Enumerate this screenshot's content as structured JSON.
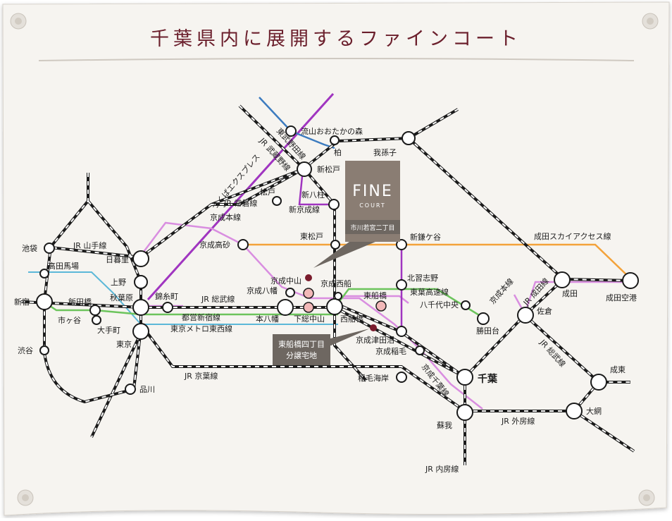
{
  "title": "千葉県内に展開するファインコート",
  "colors": {
    "paper": "#f6f4f0",
    "title": "#6b1f2c",
    "rail": "#1a1a1a",
    "purple": "#a035c0",
    "pink": "#d98ee0",
    "blue": "#3c7bbf",
    "cyan": "#5cb8d8",
    "green": "#6cc45c",
    "orange": "#f3a23a",
    "marker": "#7a1b2c",
    "stationPink": "#f2b8b8",
    "brandBox": "#8a7d73",
    "callout": "#6e6761"
  },
  "lines": {
    "tobu_noda": "東武野田線",
    "jr_musashino": "JR 武蔵野線",
    "tsukuba_ex": "つくばエクスプレス",
    "jr_joban": "JR 常磐線",
    "keisei_main": "京成本線",
    "shin_keisei": "新京成線",
    "jr_yamanote": "JR 山手線",
    "jr_sobu": "JR 総武線",
    "toei_shinjuku": "都営新宿線",
    "tokyo_metro_tozai": "東京メトロ東西線",
    "jr_keiyo": "JR 京葉線",
    "toyo_rapid": "東葉高速線",
    "narita_sky": "成田スカイアクセス線",
    "keisei_main_east": "京成本線",
    "jr_narita": "JR 成田線",
    "jr_sobu_east": "JR 総武線",
    "keisei_chiba": "京成千葉線",
    "jr_sotobo": "JR 外房線",
    "jr_uchibo": "JR 内房線"
  },
  "stations": {
    "nagareyama": "流山おおたかの森",
    "kashiwa": "柏",
    "abiko": "我孫子",
    "shinmatsudo": "新松戸",
    "matsudo": "松戸",
    "shinyahashira": "新八柱",
    "keisei_takasago": "京成高砂",
    "higashimatsudo": "東松戸",
    "shinkamagaya": "新鎌ケ谷",
    "ikebukuro": "池袋",
    "takadanobaba": "高田馬場",
    "nippori": "日暮里",
    "ueno": "上野",
    "shinjuku": "新宿",
    "iidabashi": "飯田橋",
    "akihabara": "秋葉原",
    "kinshicho": "錦糸町",
    "ichigaya": "市ヶ谷",
    "otemachi": "大手町",
    "tokyo": "東京",
    "shibuya": "渋谷",
    "shinagawa": "品川",
    "keisei_nakayama": "京成中山",
    "keisei_yawata": "京成八幡",
    "keisei_nishifunabashi": "京成西船",
    "motoyawata": "本八幡",
    "shimousa_nakayama": "下総中山",
    "nishifunabashi": "西船橋",
    "higashifunabashi": "東船橋",
    "kitanarashino": "北習志野",
    "yachiyo_chuo": "八千代中央",
    "katsutadai": "勝田台",
    "keisei_tsudanuma": "京成津田沼",
    "keisei_inage": "京成稲毛",
    "inage_kaigan": "稲毛海岸",
    "chiba": "千葉",
    "soga": "蘇我",
    "narita": "成田",
    "narita_airport": "成田空港",
    "sakura": "佐倉",
    "togane": "成東",
    "oami": "大網"
  },
  "brand": {
    "name": "FINE",
    "sub": "COURT",
    "site": "市川若宮二丁目"
  },
  "callout": {
    "line1": "東船橋四丁目",
    "line2": "分譲宅地"
  }
}
